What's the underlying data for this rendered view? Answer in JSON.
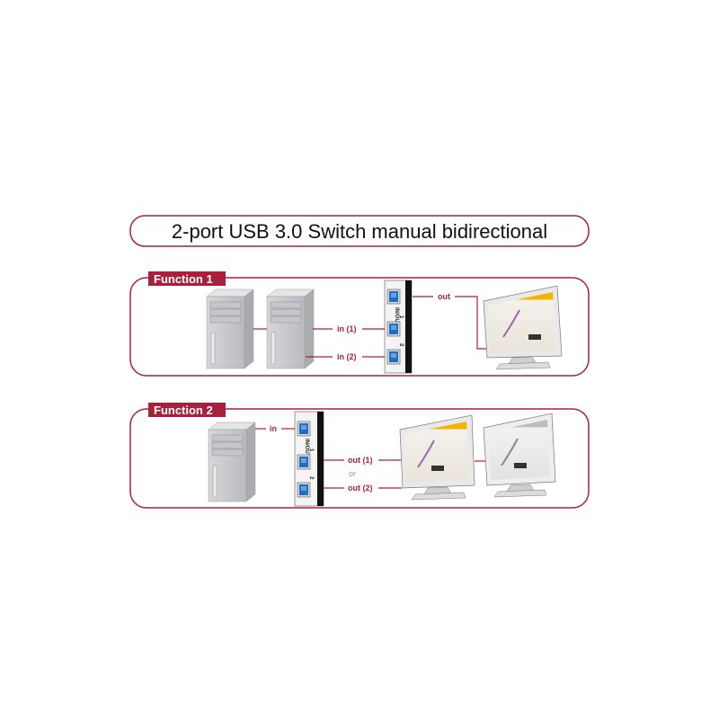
{
  "title": "2-port USB 3.0 Switch manual bidirectional",
  "colors": {
    "accent": "#a8213c",
    "usb_blue": "#1f6fc0"
  },
  "function1": {
    "label": "Function 1",
    "in1": "in (1)",
    "in2": "in (2)",
    "out": "out",
    "port_inout": "IN/OUT",
    "port1": "1",
    "port2": "2"
  },
  "function2": {
    "label": "Function 2",
    "in": "in",
    "out1": "out (1)",
    "or": "or",
    "out2": "out (2)",
    "port_inout": "IN/OUT",
    "port1": "1",
    "port2": "2"
  }
}
